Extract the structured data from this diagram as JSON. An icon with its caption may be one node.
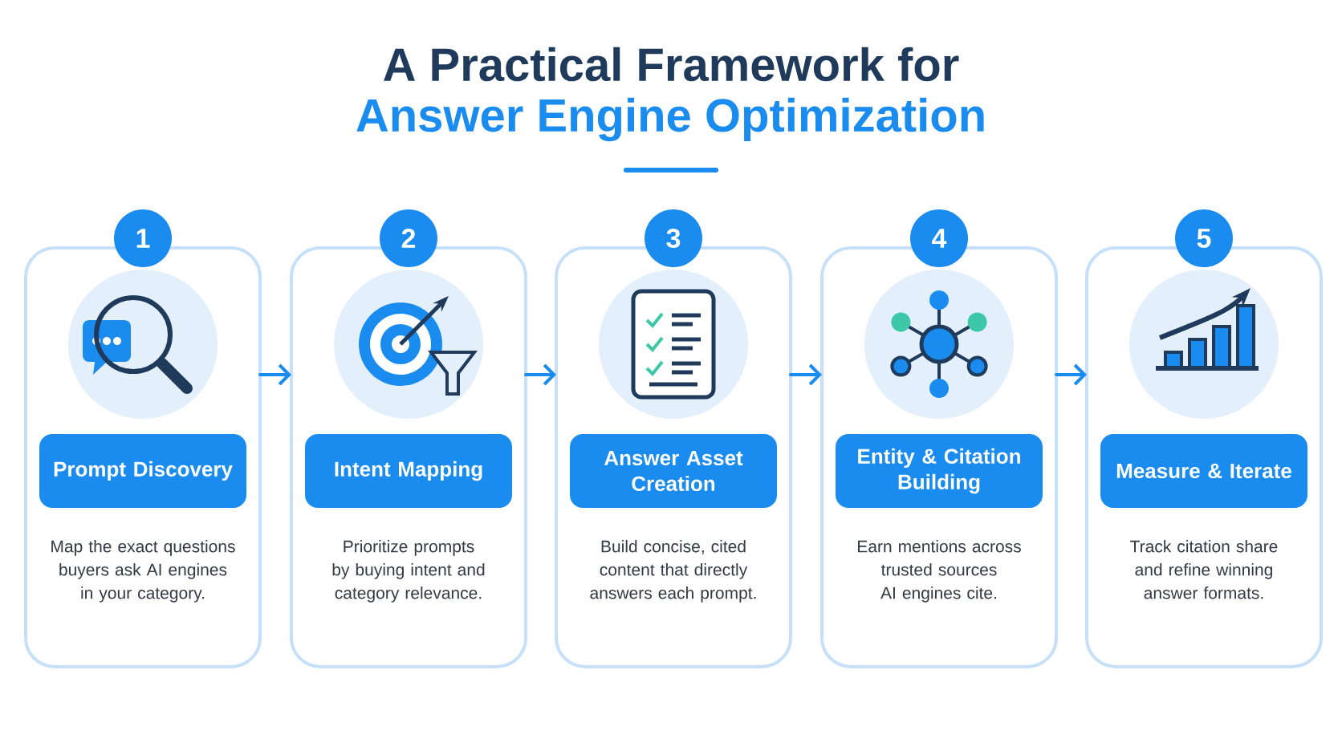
{
  "diagram": {
    "title": "A Practical Framework for",
    "nodes": [
      {
        "text": [
          "Map the exact questions buyers ask AI engines in your category."
        ]
      },
      {
        "text": [
          "1"
        ]
      },
      {
        "text": [
          "Prompt Discovery"
        ],
        "in": 0
      },
      {
        "text": [
          "Prioritize prompts by buying intent and category relevance."
        ]
      },
      {
        "text": [
          "2"
        ]
      },
      {
        "text": [
          "Intent Mapping"
        ],
        "in": 3
      },
      {
        "text": [
          "Build concise, cited content that directly answers each prompt."
        ]
      },
      {
        "text": [
          "3"
        ]
      },
      {
        "text": [
          "Answer Asset Creation"
        ],
        "in": 6
      },
      {
        "text": [
          "Earn mentions across trusted sources AI engines cite."
        ]
      },
      {
        "text": [
          "4"
        ]
      },
      {
        "text": [
          "Entity & Citation Building"
        ],
        "in": 9
      },
      {
        "text": [
          "Track citation share and refine winning answer formats."
        ]
      },
      {
        "text": [
          "5"
        ]
      },
      {
        "text": [
          "Measure & Iterate"
        ],
        "in": 12
      }
    ],
    "edges": [
      {
        "from": 0,
        "to": 3,
        "arrow": "to"
      },
      {
        "from": 3,
        "to": 6,
        "arrow": "to"
      },
      {
        "from": 6,
        "to": 9,
        "arrow": "to"
      },
      {
        "from": 9,
        "to": 12,
        "arrow": "to"
      }
    ],
    "labels": [
      "Answer Engine Optimization"
    ]
  }
}
